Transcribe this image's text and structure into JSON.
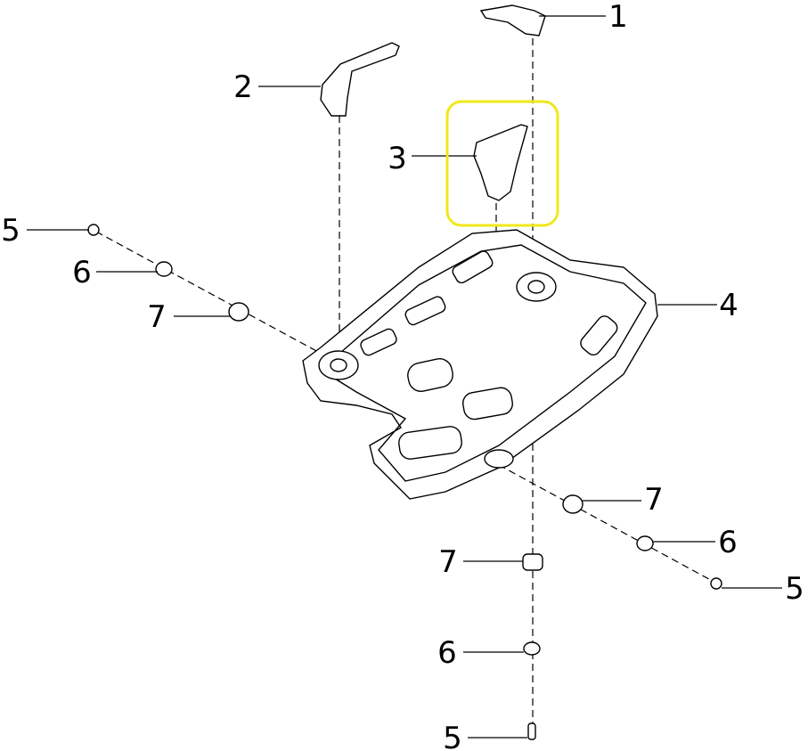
{
  "diagram": {
    "highlight_color": "#f0e81a",
    "callouts": [
      {
        "id": "c1",
        "label": "1"
      },
      {
        "id": "c2",
        "label": "2"
      },
      {
        "id": "c3",
        "label": "3"
      },
      {
        "id": "c4",
        "label": "4"
      },
      {
        "id": "c5a",
        "label": "5"
      },
      {
        "id": "c6a",
        "label": "6"
      },
      {
        "id": "c7a",
        "label": "7"
      },
      {
        "id": "c7b",
        "label": "7"
      },
      {
        "id": "c6b",
        "label": "6"
      },
      {
        "id": "c5b",
        "label": "5"
      },
      {
        "id": "c7c",
        "label": "7"
      },
      {
        "id": "c6c",
        "label": "6"
      },
      {
        "id": "c5c",
        "label": "5"
      }
    ]
  }
}
